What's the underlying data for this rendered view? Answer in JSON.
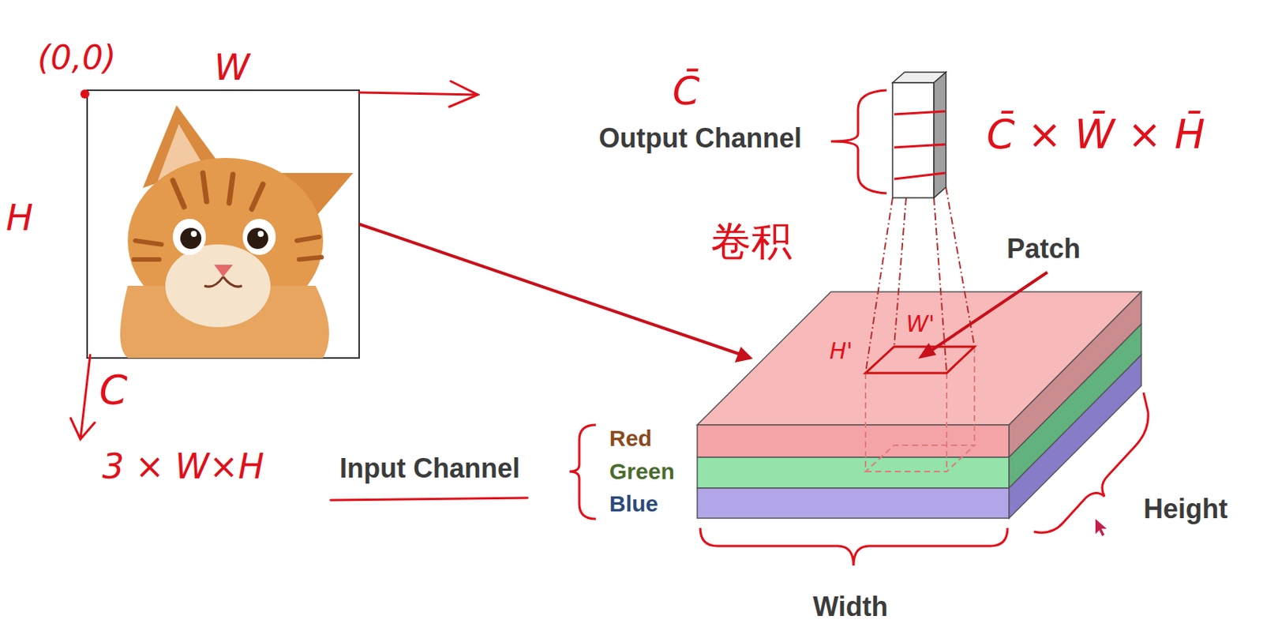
{
  "diagram": {
    "labels": [
      "(0,0)",
      "W",
      "H",
      "C",
      "3 × W×H",
      "C̄",
      "Output Channel",
      "C̄ × W̄ × H̄",
      "卷积",
      "Patch",
      "W'",
      "H'",
      "Red",
      "Green",
      "Blue",
      "Input Channel",
      "Height",
      "Width"
    ]
  }
}
